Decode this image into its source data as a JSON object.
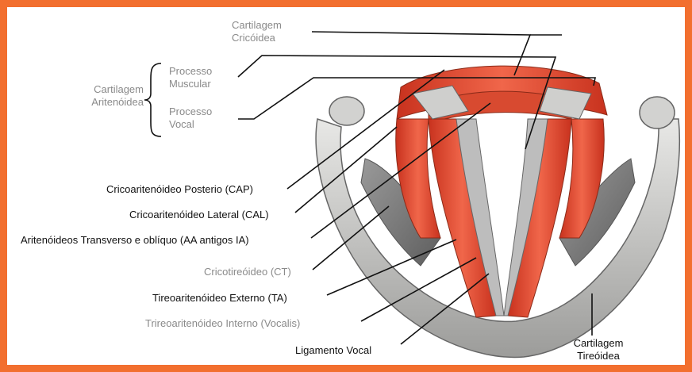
{
  "labels": {
    "cartilagem_cricoidea": [
      "Cartilagem",
      "Cricóidea"
    ],
    "cartilagem_aritenoidea": [
      "Cartilagem",
      "Aritenóidea"
    ],
    "processo_muscular": [
      "Processo",
      "Muscular"
    ],
    "processo_vocal": [
      "Processo",
      "Vocal"
    ],
    "cap": "Cricoaritenóideo Posterio (CAP)",
    "cal": "Cricoaritenóideo Lateral (CAL)",
    "aa": "Aritenóideos Transverso e oblíquo (AA antigos IA)",
    "ct": "Cricotireóideo (CT)",
    "ta": "Tireoaritenóideo Externo (TA)",
    "vocalis": "Trireoaritenóideo Interno (Vocalis)",
    "ligamento": "Ligamento Vocal",
    "cartilagem_tireoidea": [
      "Cartilagem",
      "Tireóidea"
    ]
  },
  "colors": {
    "border": "#f26f2f",
    "muscle": "#e2452b",
    "cartilage": "#d6d6d6",
    "label_dark": "#111111",
    "label_grey": "#8a8a8a"
  }
}
